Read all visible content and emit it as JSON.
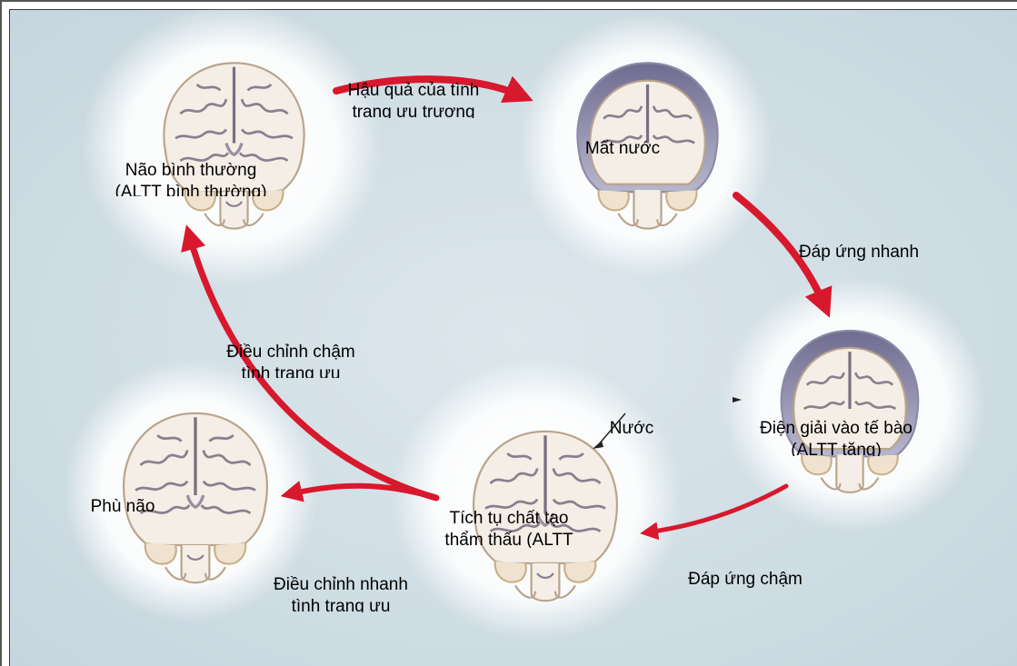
{
  "colors": {
    "background": "#cfdde4",
    "arrow": "#d8182c",
    "brain_fill": "#f3ece4",
    "brain_outline": "#b9a48c",
    "swollen_shade": "#8c8aa6"
  },
  "nodes": {
    "normal": {
      "label_1": "Não bình thường",
      "label_2": "(ALTT bình thường)"
    },
    "dehydrated": {
      "label_1": "Mất nước"
    },
    "electrolytes": {
      "label_1": "Điện giải vào tế bào",
      "label_2": "(ALTT tăng)"
    },
    "osmolytes": {
      "label_1": "Tích tụ chất tạo",
      "label_2": "thẩm thấu (ALTT"
    },
    "edema": {
      "label_1": "Phù não"
    }
  },
  "annotations": {
    "water": "Nước"
  },
  "arrows": {
    "hypertonic": {
      "label_1": "Hậu quả của tình",
      "label_2": "trạng ưu trương"
    },
    "rapid_adaptation": {
      "label_1": "Đáp ứng nhanh"
    },
    "slow_adaptation": {
      "label_1": "Đáp ứng chậm"
    },
    "slow_correction": {
      "label_1": "Điều chỉnh chậm",
      "label_2": "tình trạng ưu"
    },
    "rapid_correction": {
      "label_1": "Điều chỉnh nhanh",
      "label_2": "tình trạng ưu"
    }
  }
}
